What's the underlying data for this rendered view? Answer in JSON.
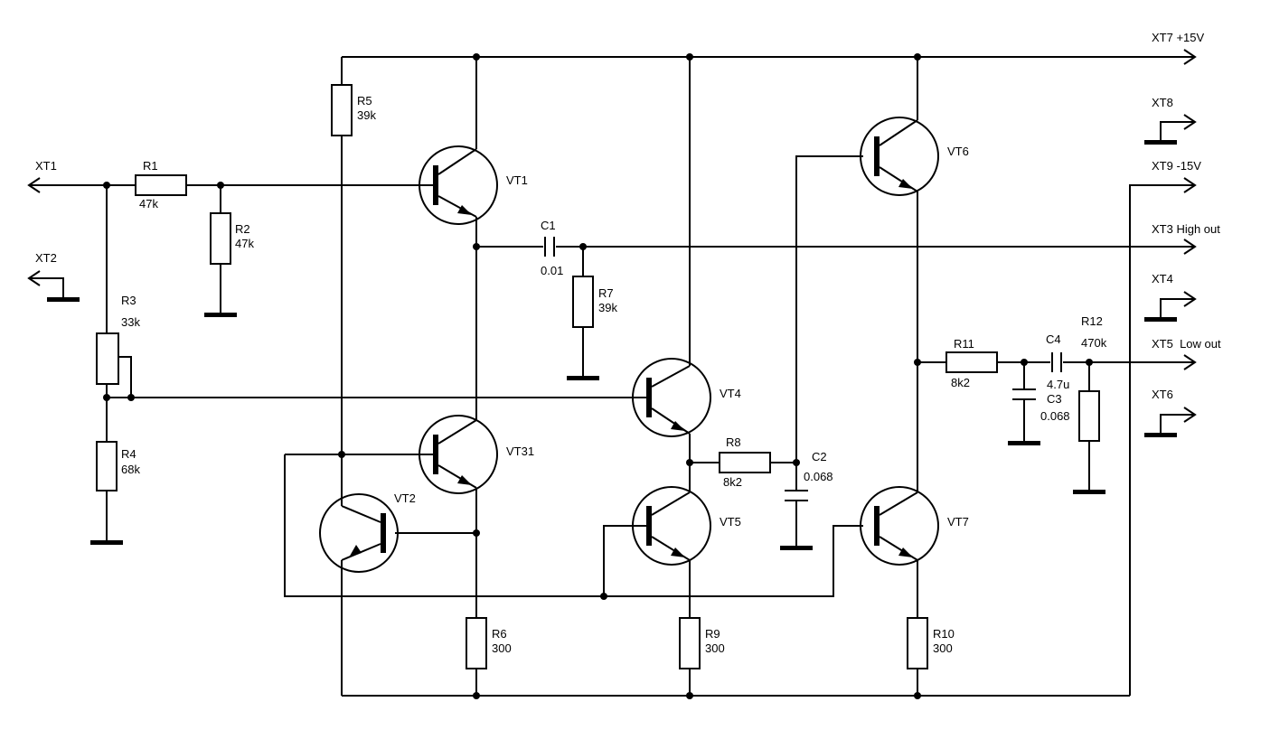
{
  "connectors": {
    "xt1": "XT1",
    "xt2": "XT2",
    "xt7": "XT7 +15V",
    "xt8": "XT8",
    "xt9": "XT9 -15V",
    "xt3": "XT3 High out",
    "xt4": "XT4",
    "xt5": "XT5  Low out",
    "xt6": "XT6"
  },
  "resistors": {
    "r1": {
      "ref": "R1",
      "value": "47k"
    },
    "r2": {
      "ref": "R2",
      "value": "47k"
    },
    "r3": {
      "ref": "R3",
      "value": "33k"
    },
    "r4": {
      "ref": "R4",
      "value": "68k"
    },
    "r5": {
      "ref": "R5",
      "value": "39k"
    },
    "r6": {
      "ref": "R6",
      "value": "300"
    },
    "r7": {
      "ref": "R7",
      "value": "39k"
    },
    "r8": {
      "ref": "R8",
      "value": "8k2"
    },
    "r9": {
      "ref": "R9",
      "value": "300"
    },
    "r10": {
      "ref": "R10",
      "value": "300"
    },
    "r11": {
      "ref": "R11",
      "value": "8k2"
    },
    "r12": {
      "ref": "R12",
      "value": "470k"
    }
  },
  "capacitors": {
    "c1": {
      "ref": "C1",
      "value": "0.01"
    },
    "c2": {
      "ref": "C2",
      "value": "0.068"
    },
    "c3": {
      "ref": "C3",
      "value": "0.068"
    },
    "c4": {
      "ref": "C4",
      "value": "4.7u"
    }
  },
  "transistors": {
    "vt1": "VT1",
    "vt2": "VT2",
    "vt31": "VT31",
    "vt4": "VT4",
    "vt5": "VT5",
    "vt6": "VT6",
    "vt7": "VT7"
  }
}
